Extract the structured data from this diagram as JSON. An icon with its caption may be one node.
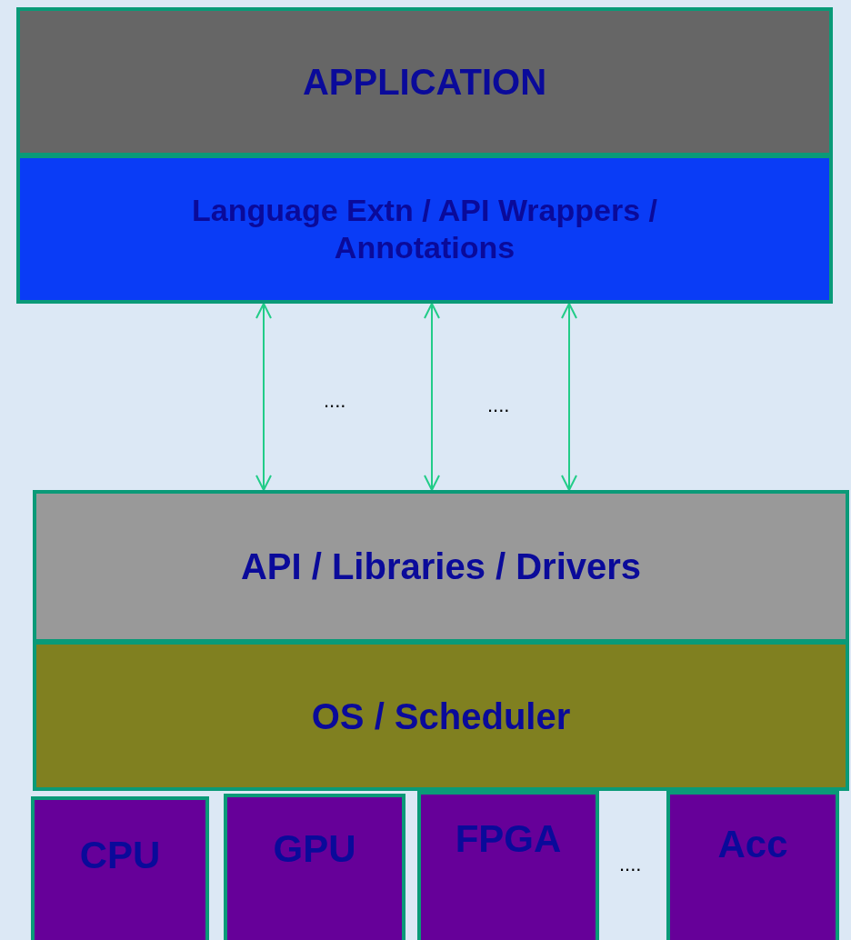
{
  "diagram": {
    "nodes": [
      {
        "text": [
          "APPLICATION"
        ]
      },
      {
        "text": [
          "Language Extn / API Wrappers / Annotations"
        ]
      },
      {
        "text": [
          "API / Libraries / Drivers"
        ]
      },
      {
        "text": [
          "OS / Scheduler"
        ]
      },
      {
        "text": [
          "CPU"
        ]
      },
      {
        "text": [
          "GPU"
        ]
      },
      {
        "text": [
          "FPGA"
        ]
      },
      {
        "text": [
          "Acc"
        ]
      }
    ],
    "edges": [
      {
        "from": 1,
        "to": 2,
        "arrow": "both"
      },
      {
        "from": 1,
        "to": 2,
        "arrow": "both"
      },
      {
        "from": 1,
        "to": 2,
        "arrow": "both"
      }
    ],
    "labels": [
      "....",
      "....",
      "...."
    ]
  }
}
